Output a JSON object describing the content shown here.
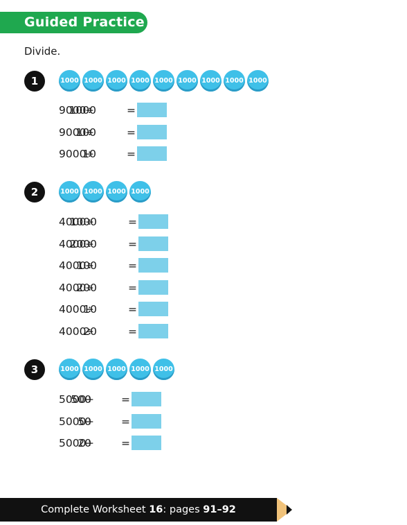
{
  "header": {
    "title": "Guided Practice"
  },
  "instruction": "Divide.",
  "coin_label": "1000",
  "questions": [
    {
      "number": "1",
      "coins": 9,
      "equations": [
        {
          "dividend": "9000",
          "op": "÷",
          "divisor": "1000",
          "eq": "="
        },
        {
          "dividend": "9000",
          "op": "÷",
          "divisor": "100",
          "eq": "="
        },
        {
          "dividend": "9000",
          "op": "÷",
          "divisor": "10",
          "eq": "="
        }
      ]
    },
    {
      "number": "2",
      "coins": 4,
      "equations": [
        {
          "dividend": "4000",
          "op": "÷",
          "divisor": "1000",
          "eq": "="
        },
        {
          "dividend": "4000",
          "op": "÷",
          "divisor": "2000",
          "eq": "="
        },
        {
          "dividend": "4000",
          "op": "÷",
          "divisor": "100",
          "eq": "="
        },
        {
          "dividend": "4000",
          "op": "÷",
          "divisor": "200",
          "eq": "="
        },
        {
          "dividend": "4000",
          "op": "÷",
          "divisor": "10",
          "eq": "="
        },
        {
          "dividend": "4000",
          "op": "÷",
          "divisor": "20",
          "eq": "="
        }
      ]
    },
    {
      "number": "3",
      "coins": 5,
      "equations": [
        {
          "dividend": "5000",
          "op": "÷",
          "divisor": "500",
          "eq": "="
        },
        {
          "dividend": "5000",
          "op": "÷",
          "divisor": "50",
          "eq": "="
        },
        {
          "dividend": "5000",
          "op": "÷",
          "divisor": "20",
          "eq": "="
        }
      ]
    }
  ],
  "footer": {
    "prefix": "Complete Worksheet ",
    "worksheet": "16",
    "middle": ": pages ",
    "pages": "91–92"
  },
  "colors": {
    "banner": "#1fa84f",
    "coin": "#3fc0e8",
    "answer_box": "#7dd0ea"
  }
}
